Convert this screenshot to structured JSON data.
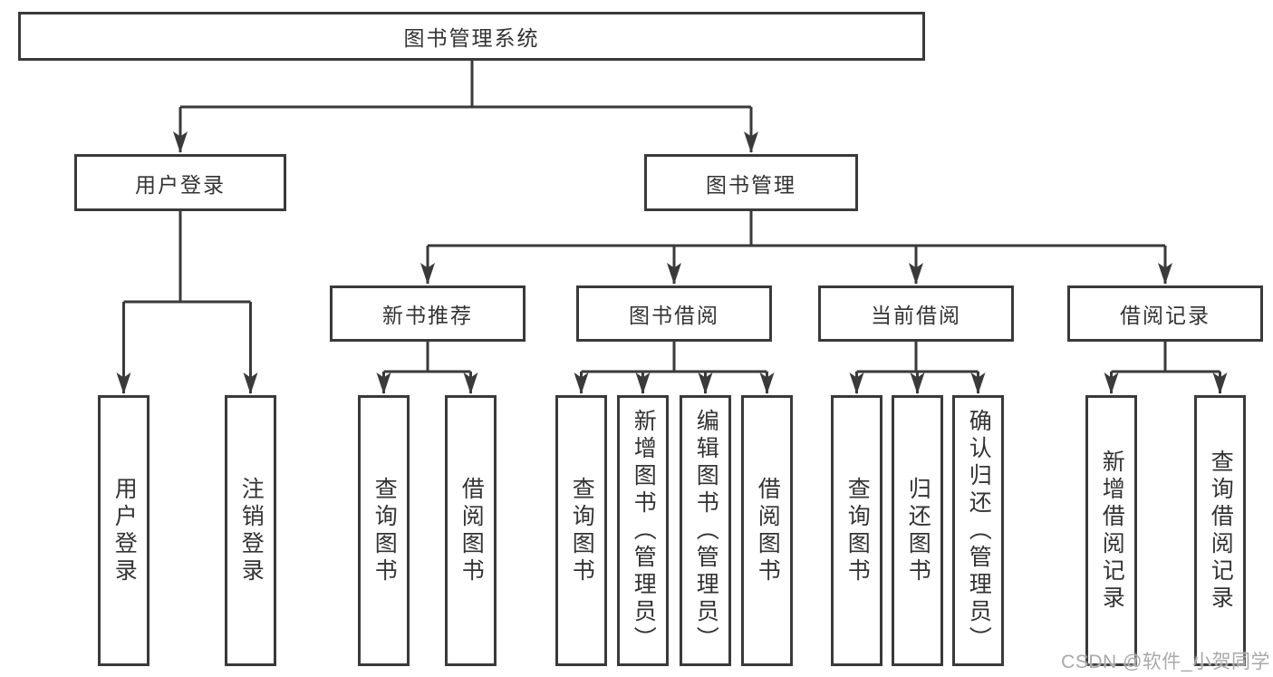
{
  "diagram": {
    "root": {
      "label": "图书管理系统"
    },
    "branches": [
      {
        "label": "用户登录",
        "children": [
          {
            "label": "用户登录"
          },
          {
            "label": "注销登录"
          }
        ]
      },
      {
        "label": "图书管理",
        "children": [
          {
            "label": "新书推荐",
            "children": [
              {
                "label": "查询图书"
              },
              {
                "label": "借阅图书"
              }
            ]
          },
          {
            "label": "图书借阅",
            "children": [
              {
                "label": "查询图书"
              },
              {
                "label": "新增图书（管理员）"
              },
              {
                "label": "编辑图书（管理员）"
              },
              {
                "label": "借阅图书"
              }
            ]
          },
          {
            "label": "当前借阅",
            "children": [
              {
                "label": "查询图书"
              },
              {
                "label": "归还图书"
              },
              {
                "label": "确认归还（管理员）"
              }
            ]
          },
          {
            "label": "借阅记录",
            "children": [
              {
                "label": "新增借阅记录"
              },
              {
                "label": "查询借阅记录"
              }
            ]
          }
        ]
      }
    ]
  },
  "watermark": "CSDN @软件_小贺同学",
  "colors": {
    "line": "#3a3a3a",
    "box_border": "#3a3a3a",
    "text": "#333333",
    "watermark": "#a9a9a9",
    "background": "#ffffff"
  }
}
